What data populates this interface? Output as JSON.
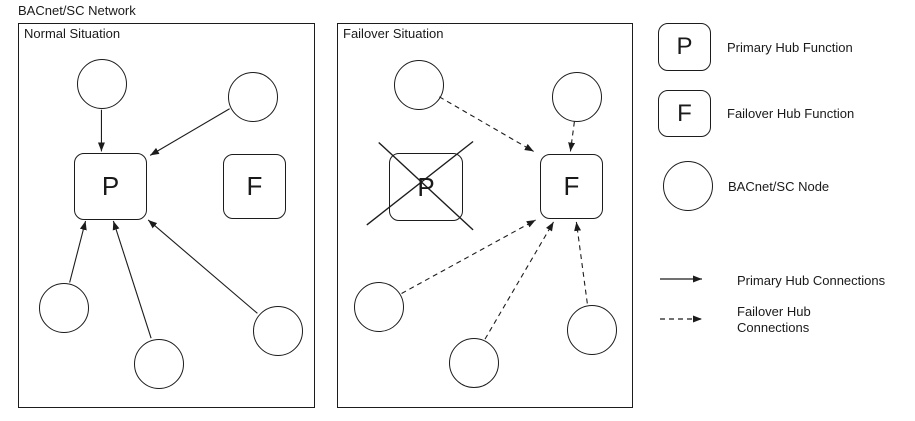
{
  "diagram": {
    "title": "BACnet/SC Network",
    "panels": {
      "normal": {
        "label": "Normal Situation",
        "hub_primary": "P",
        "hub_failover": "F"
      },
      "failover": {
        "label": "Failover Situation",
        "hub_primary": "P",
        "hub_failover": "F"
      }
    }
  },
  "legend": {
    "items": [
      {
        "symbol": "P",
        "label": "Primary Hub Function"
      },
      {
        "symbol": "F",
        "label": "Failover Hub Function"
      },
      {
        "symbol": "bacnet-node-circle",
        "label": "BACnet/SC Node"
      }
    ],
    "connections": [
      {
        "style": "solid",
        "label": "Primary Hub Connections"
      },
      {
        "style": "dashed",
        "label": "Failover Hub\nConnections"
      }
    ]
  },
  "colors": {
    "stroke": "#1c1c1c",
    "background": "#ffffff"
  }
}
